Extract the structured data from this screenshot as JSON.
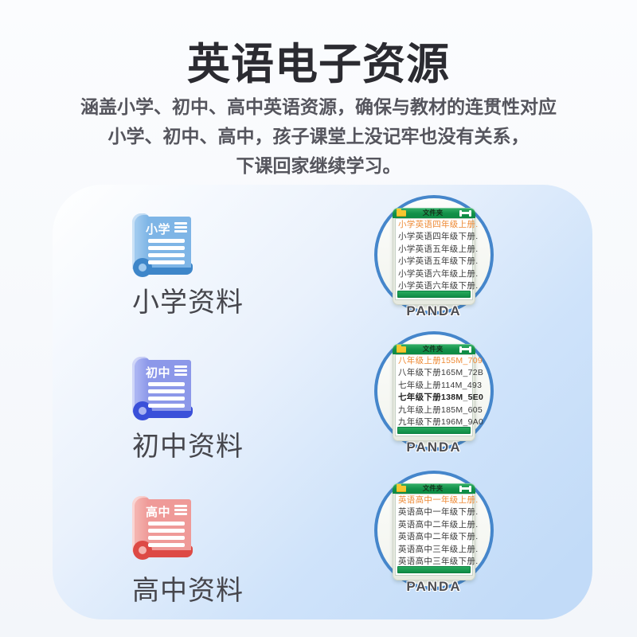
{
  "page": {
    "title": "英语电子资源",
    "subtitle_lines": [
      "涵盖小学、初中、高中英语资源，确保与教材的连贯性对应",
      "小学、初中、高中，孩子课堂上没记牢也没有关系，",
      "下课回家继续学习。"
    ]
  },
  "colors": {
    "background": "#f7f9fc",
    "card_gradient_top": "#ffffff",
    "card_gradient_bottom": "#c2dbf8",
    "circle_border": "#4586cb",
    "device_green": "#119049",
    "folder_yellow": "#f6c62f",
    "highlight_text": "#ee8a35"
  },
  "sections": [
    {
      "icon_label": "小学",
      "label": "小学资料",
      "icon_colors": {
        "light": "#9fc9ee",
        "main": "#7eb5e6",
        "dark": "#3e86c9"
      },
      "device": {
        "header_title": "文件夹",
        "brand": "PANDA",
        "files": [
          "小学英语四年级上册.",
          "小学英语四年级下册.",
          "小学英语五年级上册.",
          "小学英语五年级下册.",
          "小学英语六年级上册.",
          "小学英语六年级下册."
        ]
      }
    },
    {
      "icon_label": "初中",
      "label": "初中资料",
      "icon_colors": {
        "light": "#aab4f2",
        "main": "#8c98e9",
        "dark": "#3a50d9"
      },
      "device": {
        "header_title": "文件夹",
        "brand": "PANDA",
        "files": [
          "八年级上册155M_709",
          "八年级下册165M_72B",
          "七年级上册114M_493",
          "七年级下册138M_5E0",
          "九年级上册185M_605",
          "九年级下册196M_9A0"
        ]
      }
    },
    {
      "icon_label": "高中",
      "label": "高中资料",
      "icon_colors": {
        "light": "#f4b3af",
        "main": "#ef9a98",
        "dark": "#dd4a45"
      },
      "device": {
        "header_title": "文件夹",
        "brand": "PANDA",
        "files": [
          "英语高中一年级上册.",
          "英语高中一年级下册.",
          "英语高中二年级上册.",
          "英语高中二年级下册.",
          "英语高中三年级上册.",
          "英语高中三年级下册."
        ]
      }
    }
  ]
}
